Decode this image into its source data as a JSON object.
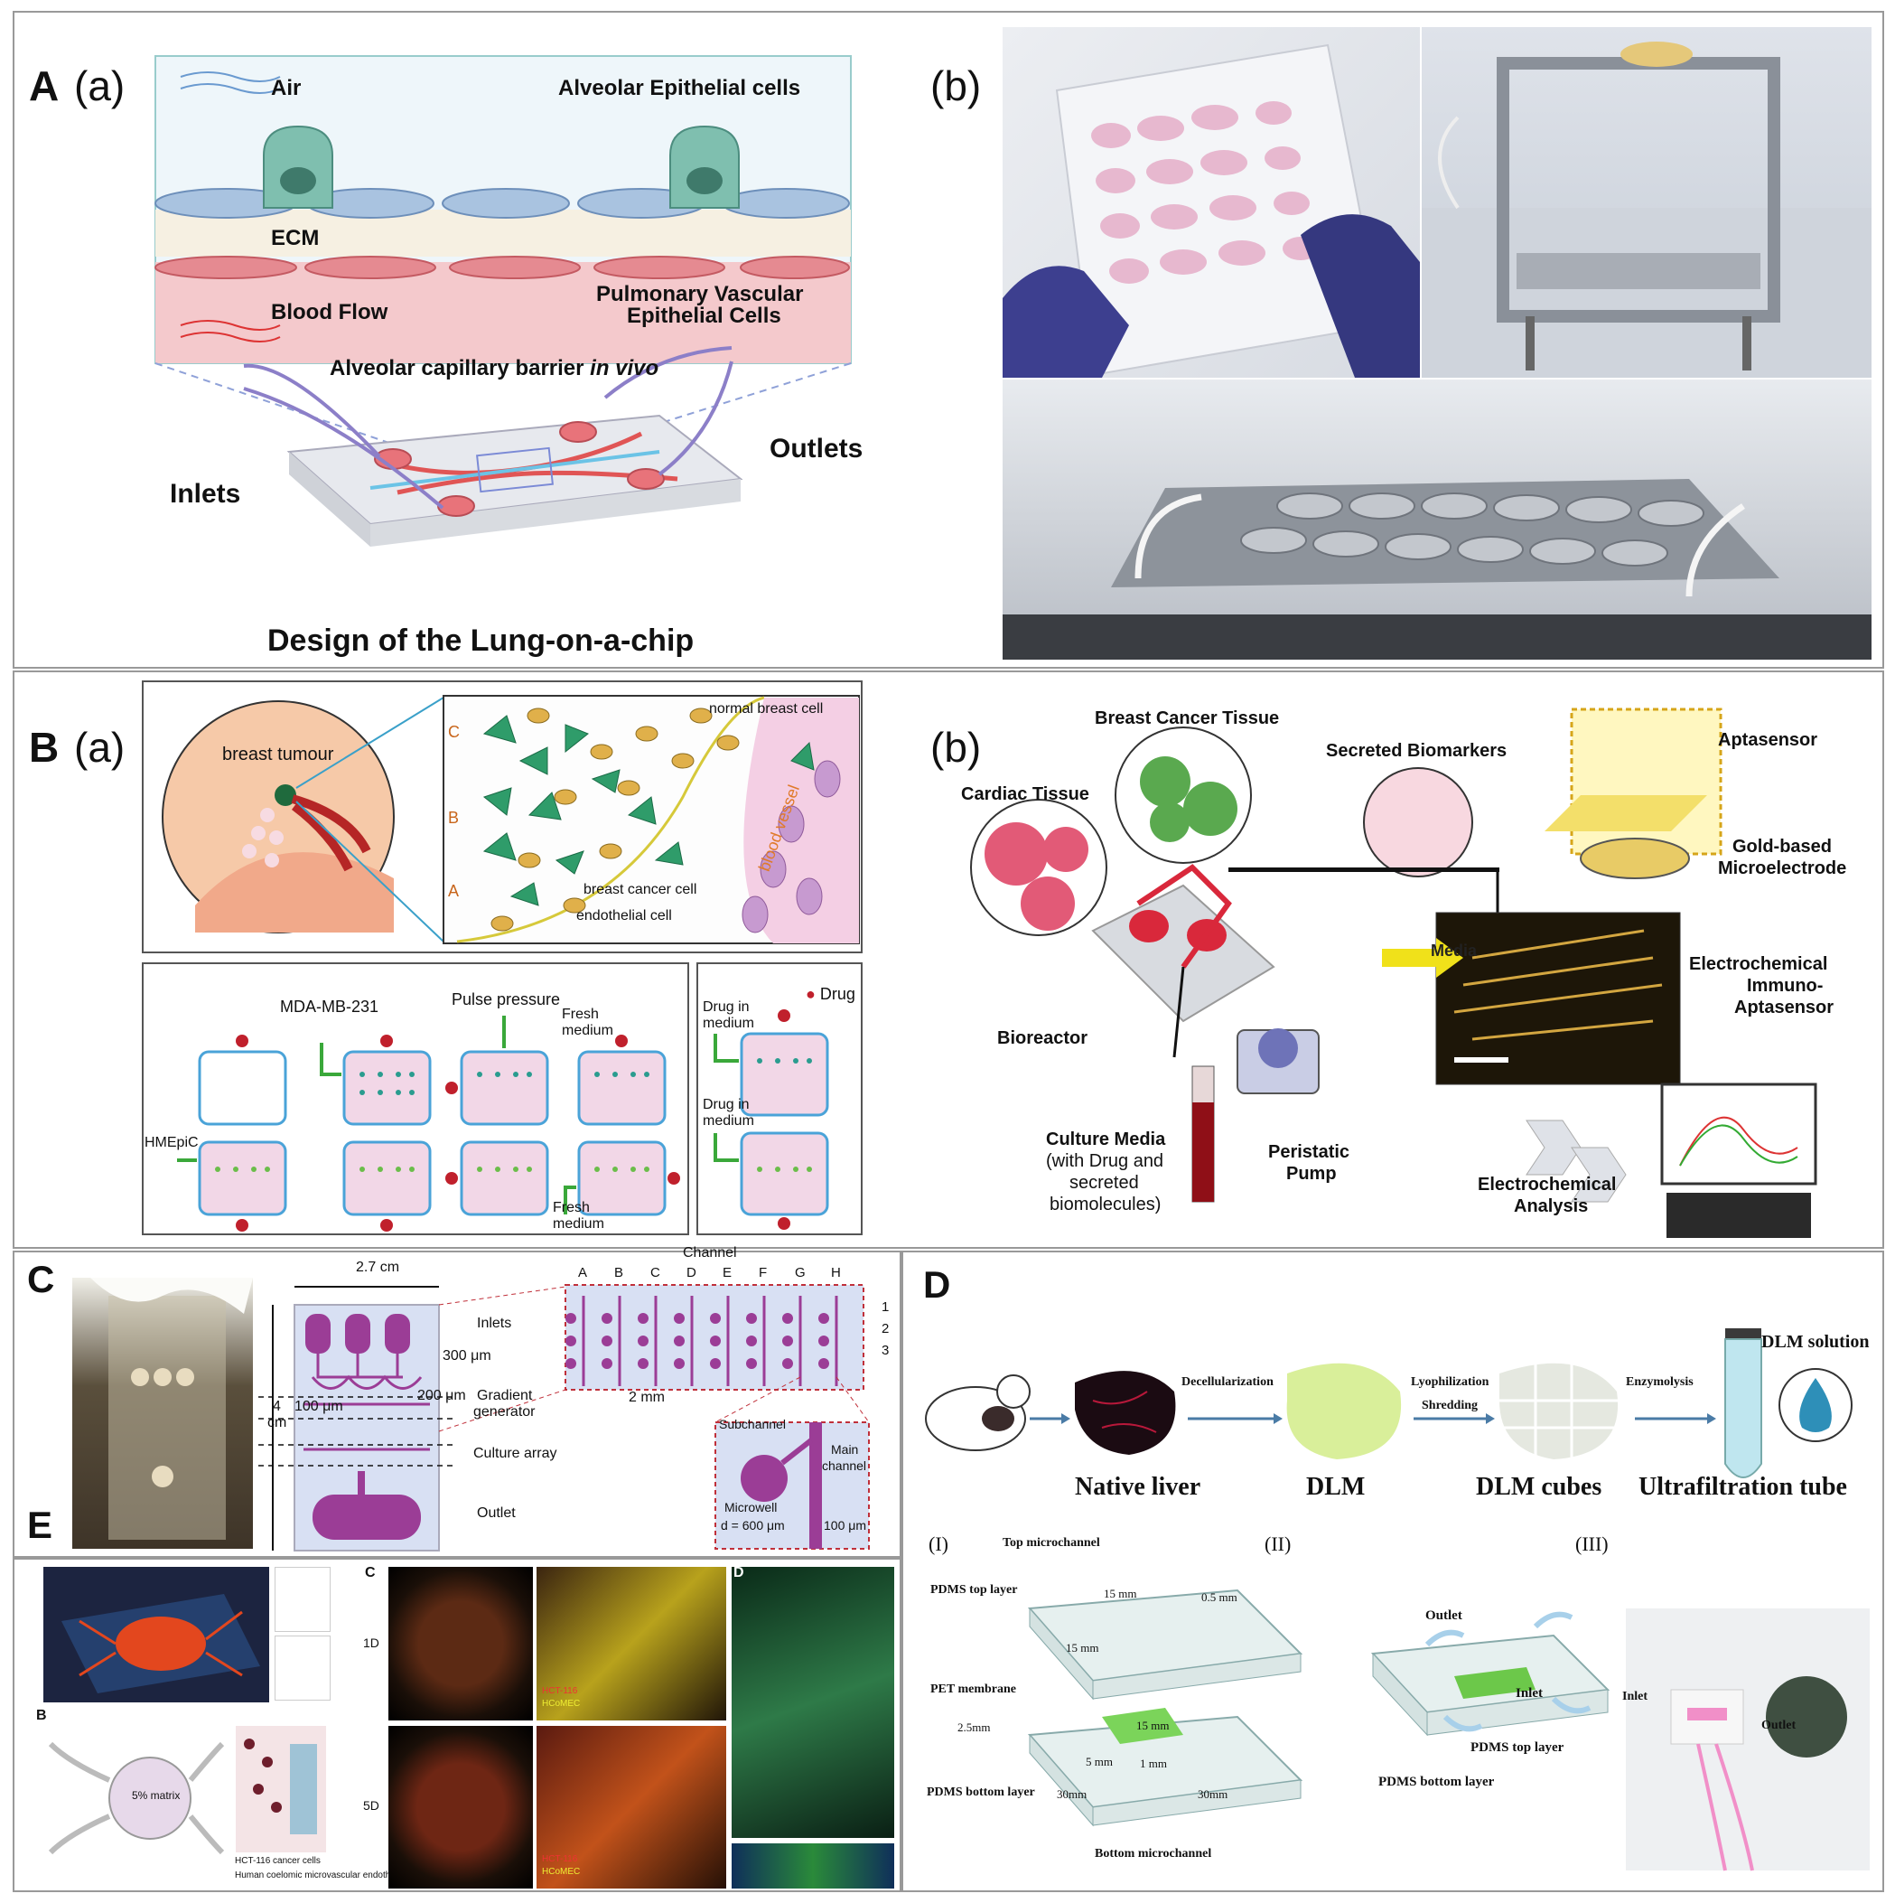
{
  "panelA": {
    "label": "A",
    "sub_a": "(a)",
    "sub_b": "(b)",
    "air": "Air",
    "alveolar_epithelial": "Alveolar Epithelial cells",
    "ecm": "ECM",
    "blood_flow": "Blood Flow",
    "pulmonary_1": "Pulmonary Vascular",
    "pulmonary_2": "Epithelial Cells",
    "barrier_prefix": "Alveolar capillary barrier ",
    "barrier_italic": "in vivo",
    "inlets": "Inlets",
    "outlets": "Outlets",
    "design_title": "Design of the Lung-on-a-chip"
  },
  "panelB": {
    "label": "B",
    "sub_a": "(a)",
    "sub_b": "(b)",
    "breast_tumour": "breast tumour",
    "normal_breast_cell": "normal breast cell",
    "breast_cancer_cell": "breast cancer cell",
    "endothelial_cell": "endothelial cell",
    "blood_vessel": "blood vessel",
    "zone_c": "C",
    "zone_b": "B",
    "zone_a": "A",
    "pulse_pressure": "Pulse pressure",
    "mda": "MDA-MB-231",
    "fresh_medium_1": "Fresh",
    "fresh_medium_2": "medium",
    "hmepic": "HMEpiC",
    "fresh_medium_bottom_1": "Fresh",
    "fresh_medium_bottom_2": "medium",
    "drug_in_medium_1a": "Drug in",
    "drug_in_medium_1b": "medium",
    "drug_in_medium_2a": "Drug in",
    "drug_in_medium_2b": "medium",
    "drug": "Drug",
    "breast_cancer_tissue": "Breast Cancer Tissue",
    "secreted_biomarkers": "Secreted Biomarkers",
    "aptasensor": "Aptasensor",
    "cardiac_tissue": "Cardiac Tissue",
    "gold_1": "Gold-based",
    "gold_2": "Microelectrode",
    "media": "Media",
    "electro_1": "Electrochemical",
    "electro_2": "Immuno-",
    "electro_3": "Aptasensor",
    "bioreactor": "Bioreactor",
    "culture_1": "Culture Media",
    "culture_2": "(with Drug and",
    "culture_3": "secreted",
    "culture_4": "biomolecules)",
    "pump_1": "Peristatic",
    "pump_2": "Pump",
    "analysis_1": "Electrochemical",
    "analysis_2": "Analysis"
  },
  "panelC": {
    "label": "C",
    "width_label": "2.7 cm",
    "height_label_1": "4",
    "height_label_2": "cm",
    "inlets": "Inlets",
    "um300": "300 μm",
    "um200": "200 μm",
    "um100": "100 μm",
    "gradient_1": "Gradient",
    "gradient_2": "generator",
    "culture_array": "Culture array",
    "outlet": "Outlet",
    "channel": "Channel",
    "cols": [
      "A",
      "B",
      "C",
      "D",
      "E",
      "F",
      "G",
      "H"
    ],
    "rows": [
      "1",
      "2",
      "3"
    ],
    "mm2": "2 mm",
    "subchannel": "Subchannel",
    "main_channel_1": "Main",
    "main_channel_2": "channel",
    "microwell": "Microwell",
    "d600": "d = 600 μm",
    "um100b": "100 μm"
  },
  "panelD": {
    "label": "D",
    "decell": "Decellularization",
    "lyoph": "Lyophilization",
    "shred": "Shredding",
    "enzym": "Enzymolysis",
    "dlm_solution": "DLM solution",
    "native_liver": "Native liver",
    "dlm": "DLM",
    "dlm_cubes": "DLM cubes",
    "ultra": "Ultrafiltration tube",
    "i": "(I)",
    "ii": "(II)",
    "iii": "(III)",
    "top_micro": "Top microchannel",
    "pdms_top": "PDMS top layer",
    "mm15a": "15 mm",
    "mm05": "0.5 mm",
    "mm15b": "15 mm",
    "pet": "PET membrane",
    "mm15c": "15 mm",
    "mm25": "2.5mm",
    "mm5": "5 mm",
    "mm1": "1 mm",
    "pdms_bottom": "PDMS bottom layer",
    "mm30a": "30mm",
    "mm30b": "30mm",
    "bottom_micro": "Bottom microchannel",
    "outlet": "Outlet",
    "inlet": "Inlet",
    "pdms_top2": "PDMS top layer",
    "pdms_bottom2": "PDMS bottom layer",
    "inlet3": "Inlet",
    "outlet3": "Outlet"
  },
  "panelE": {
    "label": "E",
    "sub_b": "B",
    "sub_c": "C",
    "sub_d": "D",
    "d1": "1D",
    "d5": "5D",
    "matrix": "5% matrix",
    "legend_1": "HCT-116 cancer cells",
    "legend_2": "Human coelomic microvascular endothelial cells",
    "hct1": "HCT-116",
    "hc1": "HCoMEC",
    "hct2": "HCT-116",
    "hc2": "HCoMEC"
  }
}
